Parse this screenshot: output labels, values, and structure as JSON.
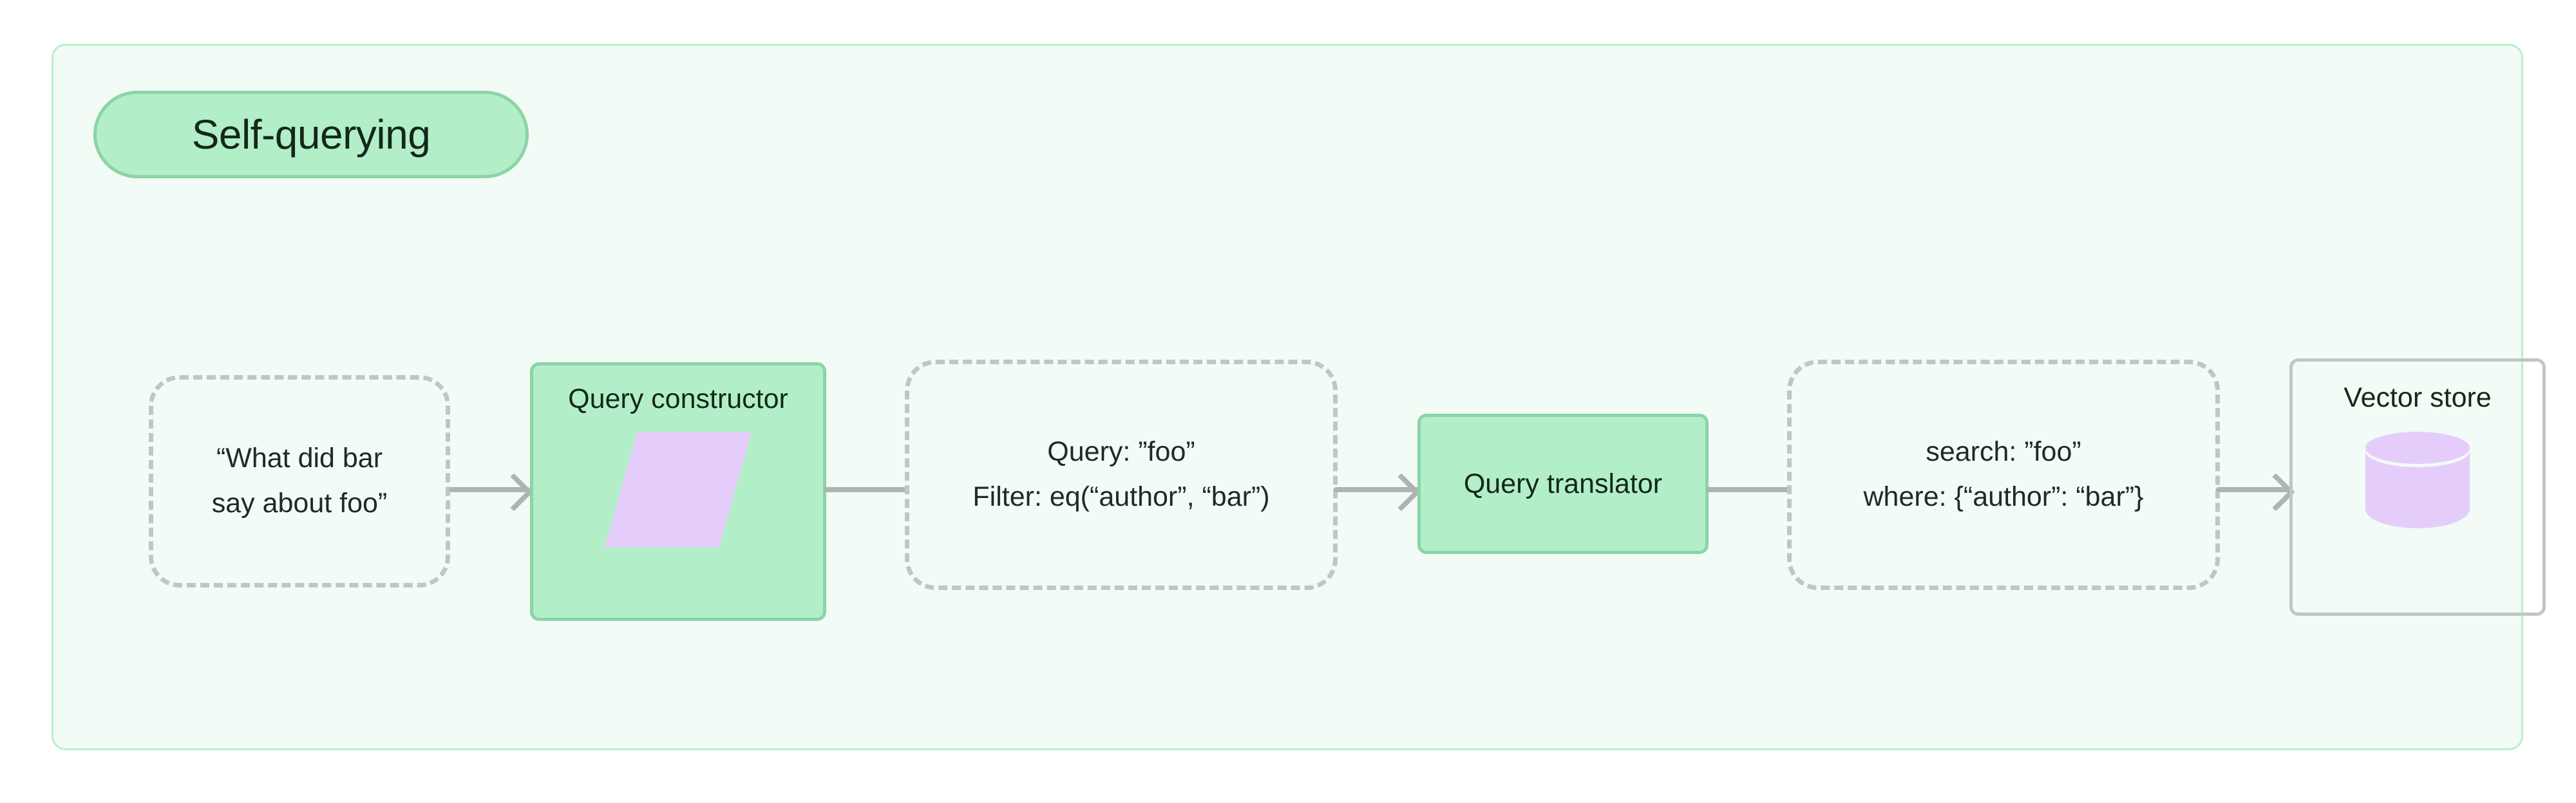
{
  "diagram": {
    "title": "Self-querying",
    "nodes": [
      {
        "id": "question",
        "type": "data",
        "lines": [
          "“What did bar",
          "say about foo”"
        ]
      },
      {
        "id": "query-constructor",
        "type": "process",
        "label": "Query constructor",
        "glyph": "parallelogram-glyph"
      },
      {
        "id": "query-filter",
        "type": "data",
        "lines": [
          "Query: ”foo”",
          "Filter: eq(“author”, “bar”)"
        ]
      },
      {
        "id": "query-translator",
        "type": "process",
        "label": "Query translator"
      },
      {
        "id": "search-where",
        "type": "data",
        "lines": [
          "search: ”foo”",
          "where: {“author”: “bar”}"
        ]
      },
      {
        "id": "vector-store",
        "type": "store",
        "label": "Vector store",
        "glyph": "cylinder-glyph"
      }
    ],
    "edges": [
      {
        "id": "edge-1",
        "from": "question",
        "to": "query-constructor",
        "arrow": true
      },
      {
        "id": "edge-2",
        "from": "query-constructor",
        "to": "query-filter",
        "arrow": false
      },
      {
        "id": "edge-3",
        "from": "query-filter",
        "to": "query-translator",
        "arrow": true
      },
      {
        "id": "edge-4",
        "from": "query-translator",
        "to": "search-where",
        "arrow": false
      },
      {
        "id": "edge-5",
        "from": "search-where",
        "to": "vector-store",
        "arrow": true
      }
    ],
    "colors": {
      "subgraph_background": "#F2FBF5",
      "subgraph_border": "#B9EFCC",
      "node_green_fill": "#B2EFC8",
      "node_green_border": "#8CD3A8",
      "node_dashed_border": "#BFC6C4",
      "node_store_border": "#BFC6C4",
      "glyph_purple": "#E5CDFB",
      "edge": "#ADB4B2",
      "text": "#13271B"
    }
  }
}
